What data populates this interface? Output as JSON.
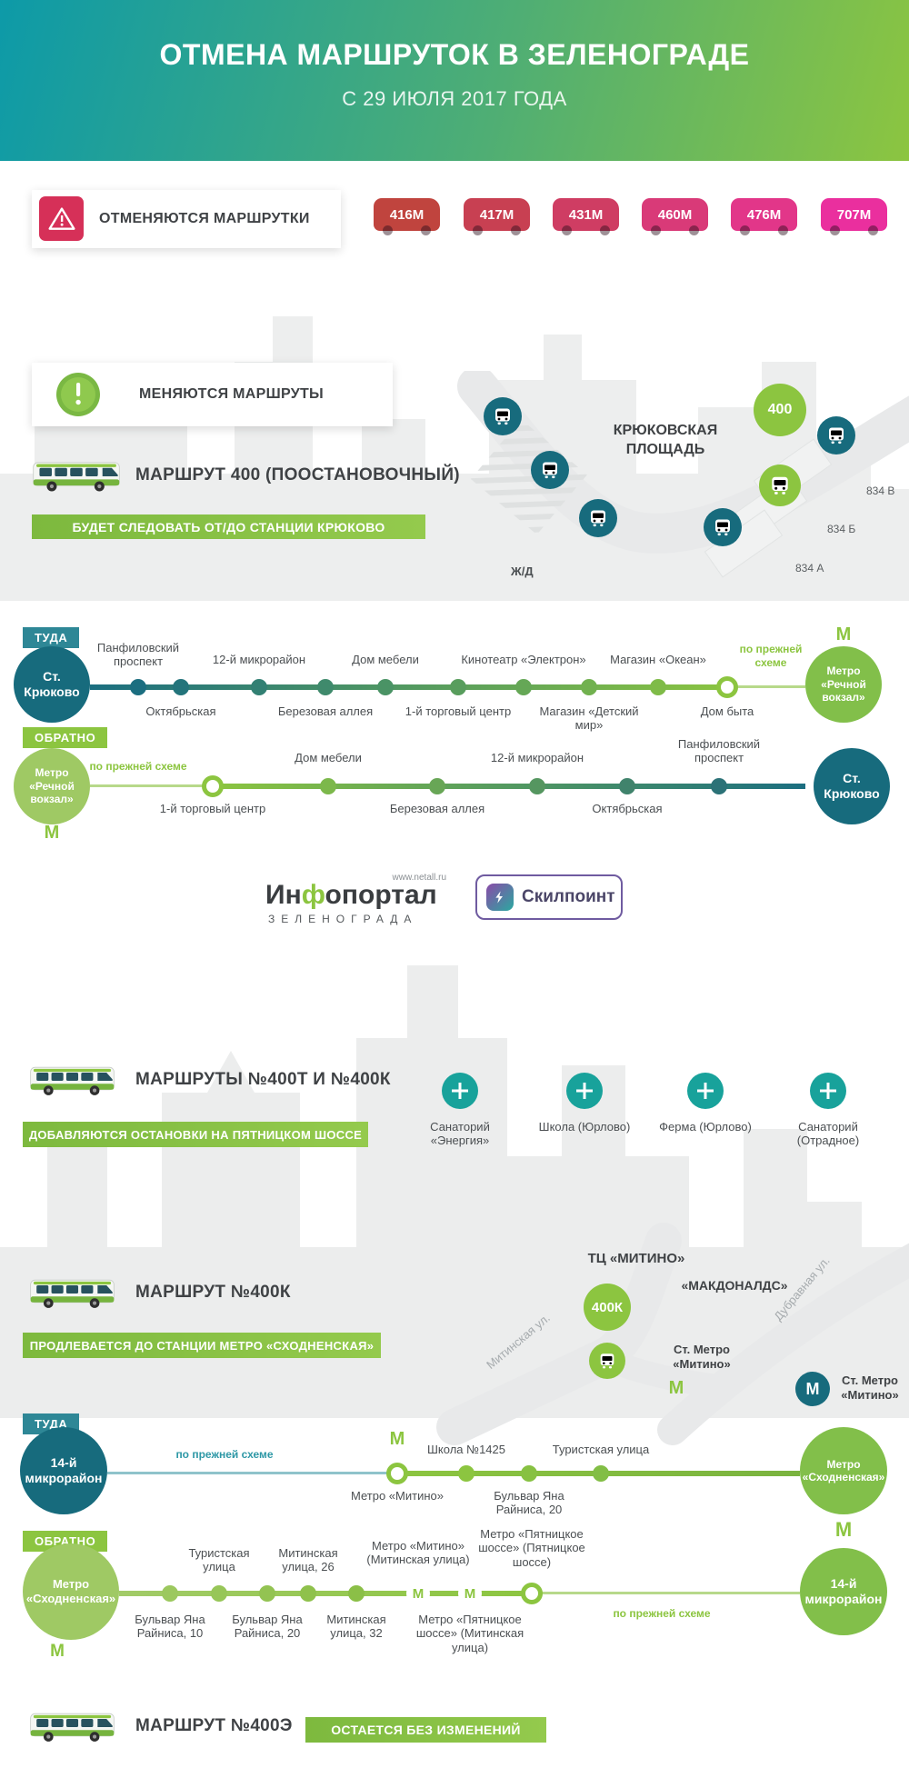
{
  "colors": {
    "teal": "#176b7d",
    "green": "#8cc540"
  },
  "header": {
    "title": "ОТМЕНА МАРШРУТОК В ЗЕЛЕНОГРАДЕ",
    "subtitle": "С 29 ИЮЛЯ 2017 ГОДА"
  },
  "cancelled": {
    "label": "ОТМЕНЯЮТСЯ МАРШРУТКИ",
    "routes": [
      {
        "label": "416М",
        "color": "#c0443e"
      },
      {
        "label": "417М",
        "color": "#c84052"
      },
      {
        "label": "431М",
        "color": "#cf3d63"
      },
      {
        "label": "460М",
        "color": "#d93a78"
      },
      {
        "label": "476М",
        "color": "#e23689"
      },
      {
        "label": "707М",
        "color": "#ea2f9e"
      }
    ]
  },
  "changed": {
    "label": "МЕНЯЮТСЯ МАРШРУТЫ"
  },
  "metro": {
    "m": "М"
  },
  "route400": {
    "title": "МАРШРУТ 400 (ПООСТАНОВОЧНЫЙ)",
    "banner": "БУДЕТ СЛЕДОВАТЬ ОТ/ДО СТАНЦИИ КРЮКОВО",
    "map": {
      "square": "КРЮКОВСКАЯ ПЛОЩАДЬ",
      "pin": "400",
      "rail": "Ж/Д",
      "buildings": [
        "834 В",
        "834 Б",
        "834 А"
      ]
    },
    "tuda": {
      "label": "ТУДА",
      "start": "Ст. Крюково",
      "end": "Метро «Речной вокзал»",
      "note": "по прежней схеме",
      "stops": [
        "Панфиловский проспект",
        "Октябрьская",
        "12-й микрорайон",
        "Березовая аллея",
        "Дом мебели",
        "1-й торговый центр",
        "Кинотеатр «Электрон»",
        "Магазин «Детский мир»",
        "Магазин «Океан»",
        "Дом быта"
      ]
    },
    "obratno": {
      "label": "ОБРАТНО",
      "start": "Метро «Речной вокзал»",
      "end": "Ст. Крюково",
      "note": "по прежней схеме",
      "stops": [
        "1-й торговый центр",
        "Дом мебели",
        "Березовая аллея",
        "12-й микрорайон",
        "Октябрьская",
        "Панфиловский проспект"
      ]
    }
  },
  "logos": {
    "infoportal": {
      "pre": "Ин",
      "accent": "ф",
      "post": "опортал",
      "url": "www.netall.ru",
      "subtitle": "ЗЕЛЕНОГРАДА"
    },
    "skillpoint": {
      "name": "Скилпоинт"
    }
  },
  "route400tk": {
    "title": "МАРШРУТЫ №400Т И №400К",
    "banner": "ДОБАВЛЯЮТСЯ ОСТАНОВКИ НА ПЯТНИЦКОМ ШОССЕ",
    "new_stops": [
      "Санаторий «Энергия»",
      "Школа (Юрлово)",
      "Ферма (Юрлово)",
      "Санаторий (Отрадное)"
    ]
  },
  "route400k": {
    "title": "МАРШРУТ №400К",
    "banner": "ПРОДЛЕВАЕТСЯ ДО СТАНЦИИ МЕТРО «СХОДНЕНСКАЯ»",
    "map": {
      "mall": "ТЦ «МИТИНО»",
      "mcdonalds": "«МАКДОНАЛДС»",
      "pin": "400К",
      "metro_station_1": "Ст. Метро «Митино»",
      "metro_station_2": "Ст. Метро «Митино»",
      "street_1": "Митинская ул.",
      "street_2": "Дубравная ул."
    },
    "tuda": {
      "label": "ТУДА",
      "start": "14-й микрорайон",
      "end": "Метро «Сходненская»",
      "note": "по прежней схеме",
      "stops": [
        "Метро «Митино»",
        "Школа №1425",
        "Бульвар Яна Райниса, 20",
        "Туристская улица"
      ]
    },
    "obratno": {
      "label": "ОБРАТНО",
      "start": "Метро «Сходненская»",
      "end": "14-й микрорайон",
      "note": "по прежней схеме",
      "stops": [
        "Бульвар Яна Райниса, 10",
        "Туристская улица",
        "Бульвар Яна Райниса, 20",
        "Митинская улица, 26",
        "Митинская улица, 32",
        "Метро «Митино» (Митинская улица)",
        "Метро «Пятницкое шоссе» (Митинская улица)",
        "Метро «Пятницкое шоссе» (Пятницкое шоссе)"
      ]
    }
  },
  "route400e": {
    "title": "МАРШРУТ №400Э",
    "badge": "ОСТАЕТСЯ БЕЗ ИЗМЕНЕНИЙ"
  }
}
